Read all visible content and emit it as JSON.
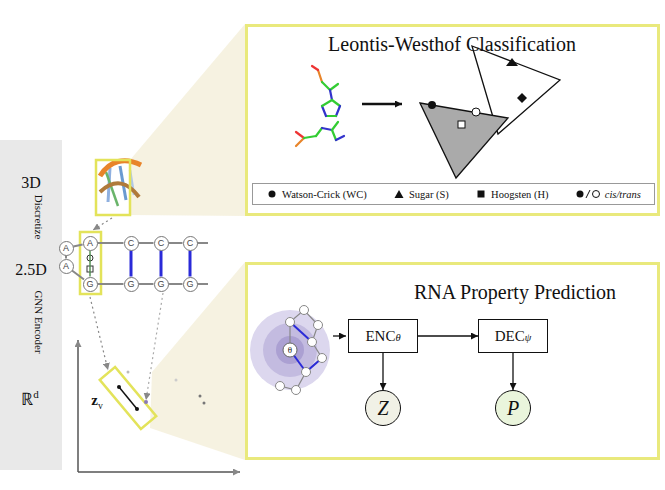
{
  "diagram": {
    "nodes": [
      {
        "text": [
          "3D",
          "Discretize",
          "2.5D",
          "GNN Encoder",
          "ℝ",
          "d"
        ]
      },
      {
        "text": [
          "A"
        ]
      },
      {
        "text": [
          "A"
        ]
      },
      {
        "text": [
          "A"
        ]
      },
      {
        "text": [
          "C"
        ]
      },
      {
        "text": [
          "C"
        ]
      },
      {
        "text": [
          "C"
        ]
      },
      {
        "text": [
          "G"
        ]
      },
      {
        "text": [
          "G"
        ]
      },
      {
        "text": [
          "G"
        ]
      },
      {
        "text": [
          "G"
        ]
      },
      {
        "text": [
          "Leontis-Westhof Classification"
        ]
      },
      {
        "text": [
          "RNA Property Prediction"
        ]
      },
      {
        "text": [
          "ENC",
          "θ"
        ],
        "in": 12
      },
      {
        "text": [
          "DEC",
          "ψ"
        ],
        "in": 12
      },
      {
        "text": [
          "Z"
        ],
        "in": 12
      },
      {
        "text": [
          "P"
        ],
        "in": 12
      }
    ],
    "edges": [
      {
        "from": 2,
        "to": 1,
        "arrow": "none"
      },
      {
        "from": 1,
        "to": 3,
        "arrow": "none"
      },
      {
        "from": 3,
        "to": 4,
        "arrow": "none"
      },
      {
        "from": 4,
        "to": 5,
        "arrow": "none"
      },
      {
        "from": 5,
        "to": 6,
        "arrow": "none"
      },
      {
        "from": 2,
        "to": 7,
        "arrow": "none"
      },
      {
        "from": 7,
        "to": 8,
        "arrow": "none"
      },
      {
        "from": 8,
        "to": 9,
        "arrow": "none"
      },
      {
        "from": 9,
        "to": 10,
        "arrow": "none"
      },
      {
        "from": 3,
        "to": 7,
        "arrow": "none"
      },
      {
        "from": 4,
        "to": 8,
        "arrow": "none"
      },
      {
        "from": 5,
        "to": 9,
        "arrow": "none"
      },
      {
        "from": 6,
        "to": 10,
        "arrow": "none"
      },
      {
        "from": 13,
        "to": 14,
        "arrow": "to"
      },
      {
        "from": 13,
        "to": 15,
        "arrow": "to"
      },
      {
        "from": 14,
        "to": 16,
        "arrow": "to"
      }
    ],
    "labels": [
      "z",
      "v",
      "θ"
    ],
    "legend": [
      {
        "text": "Watson-Crick (WC)"
      },
      {
        "text": "Sugar (S)"
      },
      {
        "text": "Hoogsten (H)"
      },
      {
        "text": "cis/trans"
      }
    ]
  }
}
